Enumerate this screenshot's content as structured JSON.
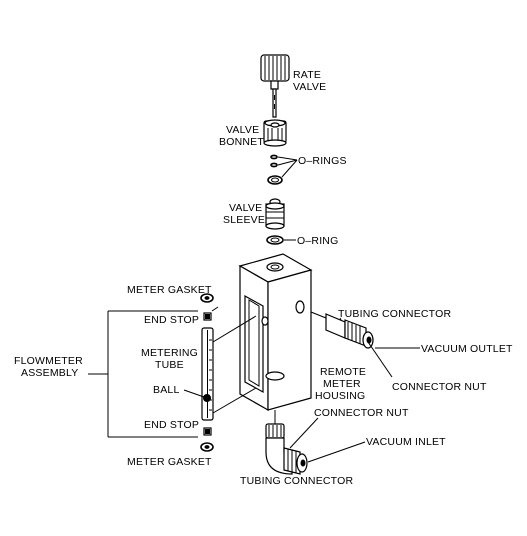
{
  "labels": {
    "rate_valve_1": "RATE",
    "rate_valve_2": "VALVE",
    "valve_bonnet_1": "VALVE",
    "valve_bonnet_2": "BONNET",
    "o_rings": "O–RINGS",
    "valve_sleeve_1": "VALVE",
    "valve_sleeve_2": "SLEEVE",
    "o_ring": "O–RING",
    "meter_gasket_top": "METER GASKET",
    "end_stop_top": "END STOP",
    "tubing_connector_top": "TUBING CONNECTOR",
    "flowmeter_assembly_1": "FLOWMETER",
    "flowmeter_assembly_2": "ASSEMBLY",
    "metering_tube_1": "METERING",
    "metering_tube_2": "TUBE",
    "vacuum_outlet": "VACUUM OUTLET",
    "ball": "BALL",
    "remote_meter_housing_1": "REMOTE",
    "remote_meter_housing_2": "METER",
    "remote_meter_housing_3": "HOUSING",
    "connector_nut_top": "CONNECTOR NUT",
    "connector_nut_bottom": "CONNECTOR NUT",
    "end_stop_bottom": "END STOP",
    "vacuum_inlet": "VACUUM INLET",
    "meter_gasket_bottom": "METER GASKET",
    "tubing_connector_bottom": "TUBING CONNECTOR"
  },
  "colors": {
    "ink": "#000000",
    "paper": "#ffffff"
  }
}
